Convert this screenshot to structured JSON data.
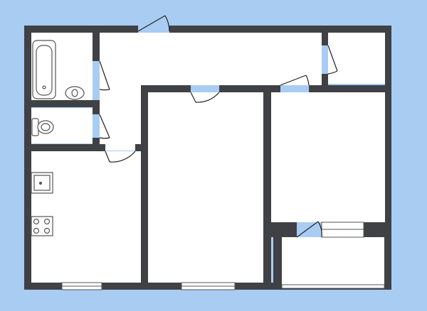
{
  "colors": {
    "background": "#a9ccf3",
    "wall": "#3f4144",
    "floor": "#ffffff",
    "fixture_stroke": "#555555",
    "door_stroke": "#222222"
  },
  "rooms": [
    {
      "id": "corridor",
      "kind": "hallway"
    },
    {
      "id": "bathroom",
      "kind": "bathroom"
    },
    {
      "id": "toilet",
      "kind": "wc"
    },
    {
      "id": "storage",
      "kind": "closet"
    },
    {
      "id": "kitchen",
      "kind": "kitchen"
    },
    {
      "id": "living-room-middle",
      "kind": "room"
    },
    {
      "id": "living-room-right",
      "kind": "room"
    },
    {
      "id": "balcony",
      "kind": "balcony"
    }
  ],
  "fixtures": [
    {
      "id": "bathtub",
      "icon": "bathtub-icon"
    },
    {
      "id": "bathroom-sink",
      "icon": "sink-icon"
    },
    {
      "id": "toilet-bowl",
      "icon": "toilet-icon"
    },
    {
      "id": "kitchen-sink",
      "icon": "sink-icon"
    },
    {
      "id": "stove",
      "icon": "stove-icon"
    }
  ]
}
